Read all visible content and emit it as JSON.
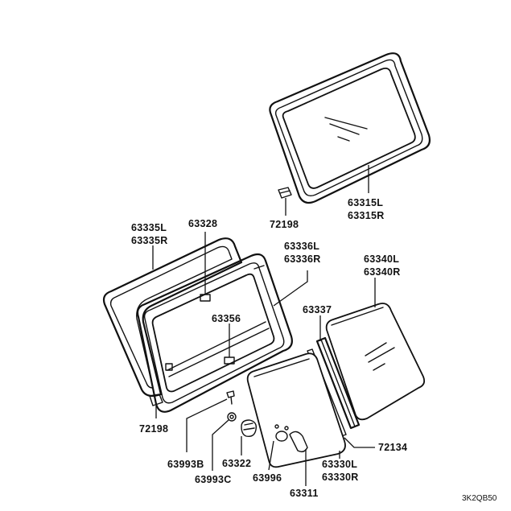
{
  "labels": {
    "p63315L": "63315L",
    "p63315R": "63315R",
    "p72198_top": "72198",
    "p63335L": "63335L",
    "p63335R": "63335R",
    "p63328": "63328",
    "p63336L": "63336L",
    "p63336R": "63336R",
    "p63340L": "63340L",
    "p63340R": "63340R",
    "p63356": "63356",
    "p63337": "63337",
    "p72198_bottom": "72198",
    "p72134": "72134",
    "p63993B": "63993B",
    "p63993C": "63993C",
    "p63322": "63322",
    "p63996": "63996",
    "p63311": "63311",
    "p63330L": "63330L",
    "p63330R": "63330R"
  },
  "diagram_code": "3K2QB50"
}
